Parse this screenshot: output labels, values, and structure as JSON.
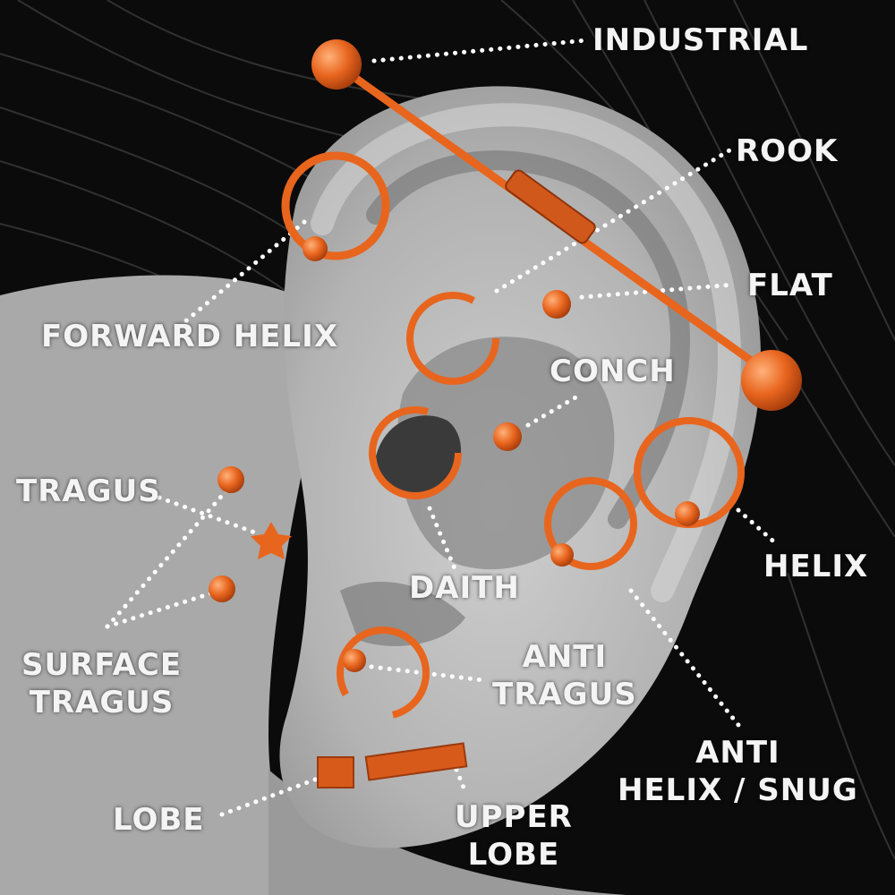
{
  "colors": {
    "background": "#0b0b0b",
    "hair": "#2a2a2a",
    "skin": "#b9b9b9",
    "skin_shadow": "#7d7d7d",
    "jewelry": "#e8651e",
    "jewelry_dark": "#b8440f",
    "leader_dots": "#ffffff",
    "label_text": "#f4f4f4"
  },
  "labels": {
    "industrial": "INDUSTRIAL",
    "rook": "ROOK",
    "flat": "FLAT",
    "forward_helix": "FORWARD HELIX",
    "conch": "CONCH",
    "tragus": "TRAGUS",
    "daith": "DAITH",
    "helix": "HELIX",
    "surface_tragus_1": "SURFACE",
    "surface_tragus_2": "TRAGUS",
    "anti_tragus_1": "ANTI",
    "anti_tragus_2": "TRAGUS",
    "anti_helix_1": "ANTI",
    "anti_helix_2": "HELIX / SNUG",
    "lobe": "LOBE",
    "upper_lobe_1": "UPPER",
    "upper_lobe_2": "LOBE"
  },
  "icons": {
    "barbell_ball": "sphere-icon",
    "ring": "captive-ring-icon",
    "stud": "ball-stud-icon",
    "star": "star-stud-icon",
    "bar": "bar-stud-icon",
    "square": "square-stud-icon"
  }
}
